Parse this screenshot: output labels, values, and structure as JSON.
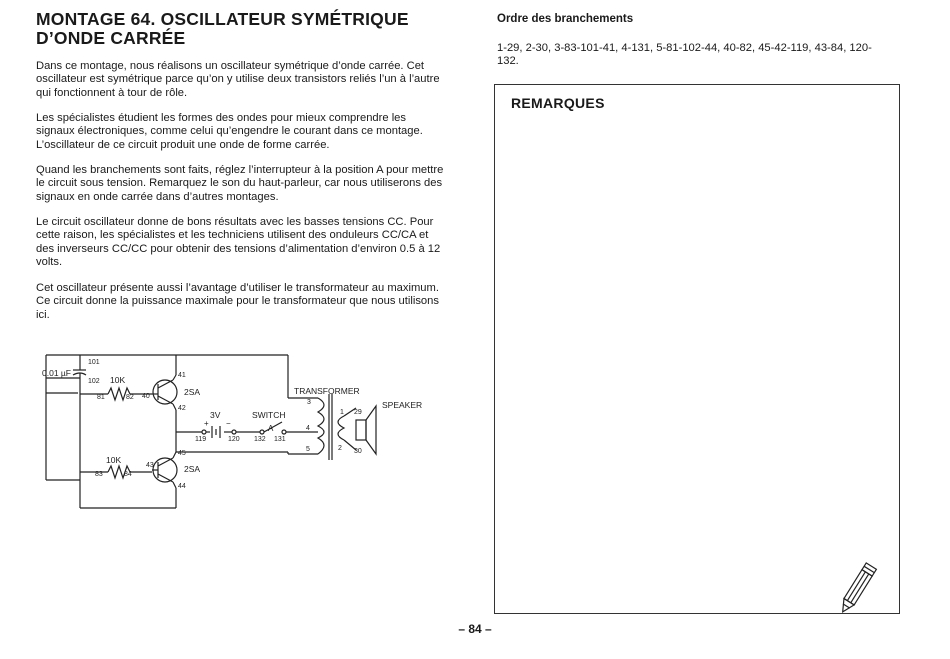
{
  "title": {
    "line1": "MONTAGE 64. OSCILLATEUR SYMÉTRIQUE",
    "line2": "D’ONDE CARRÉE"
  },
  "paragraphs": [
    "Dans ce montage, nous réalisons un oscillateur symétrique d’onde carrée. Cet oscillateur est symétrique parce qu’on y utilise deux transistors reliés l’un à l’autre qui fonctionnent à tour de rôle.",
    "Les spécialistes étudient les formes des ondes pour mieux comprendre les signaux électroniques, comme celui qu’engendre le courant dans ce montage. L’oscillateur de ce circuit produit une onde de forme carrée.",
    "Quand les branchements sont faits, réglez l’interrupteur à la position A pour mettre le circuit sous tension. Remarquez le son du haut-parleur, car nous utiliserons des signaux en onde carrée dans d’autres montages.",
    "Le circuit oscillateur donne de bons résultats avec les basses tensions CC. Pour cette raison, les spécialistes et les techniciens utilisent des onduleurs CC/CA et des inverseurs CC/CC pour obtenir des tensions d’alimentation d’environ 0.5 à 12 volts.",
    "Cet oscillateur présente aussi l’avantage d’utiliser le transformateur au maximum. Ce circuit donne la puissance maximale pour le transformateur que nous utilisons ici."
  ],
  "order": {
    "heading": "Ordre des branchements",
    "text": "1-29, 2-30, 3-83-101-41, 4-131, 5-81-102-44, 40-82, 45-42-119, 43-84, 120-132."
  },
  "remarks": {
    "heading": "REMARQUES"
  },
  "circuit": {
    "capacitor": "0.01 µF",
    "cap_t1": "101",
    "cap_t2": "102",
    "r1_value": "10K",
    "r1_t1": "81",
    "r1_t2": "82",
    "r2_value": "10K",
    "r2_t1": "83",
    "r2_t2": "84",
    "q1_label": "2SA",
    "q1_b": "40",
    "q1_e": "41",
    "q1_c": "42",
    "q2_label": "2SA",
    "q2_b": "43",
    "q2_e": "45",
    "q2_c": "44",
    "battery": "3V",
    "bat_plus": "+",
    "bat_minus": "−",
    "bat_t1": "119",
    "bat_t2": "120",
    "switch_label": "SWITCH",
    "switch_pos": "A",
    "sw_t1": "132",
    "sw_t2": "131",
    "transformer_label": "TRANSFORMER",
    "tr_t3": "3",
    "tr_t4": "4",
    "tr_t5": "5",
    "tr_t1": "1",
    "tr_t2": "2",
    "speaker_label": "SPEAKER",
    "sp_t1": "29",
    "sp_t2": "30"
  },
  "page_number": "– 84 –"
}
